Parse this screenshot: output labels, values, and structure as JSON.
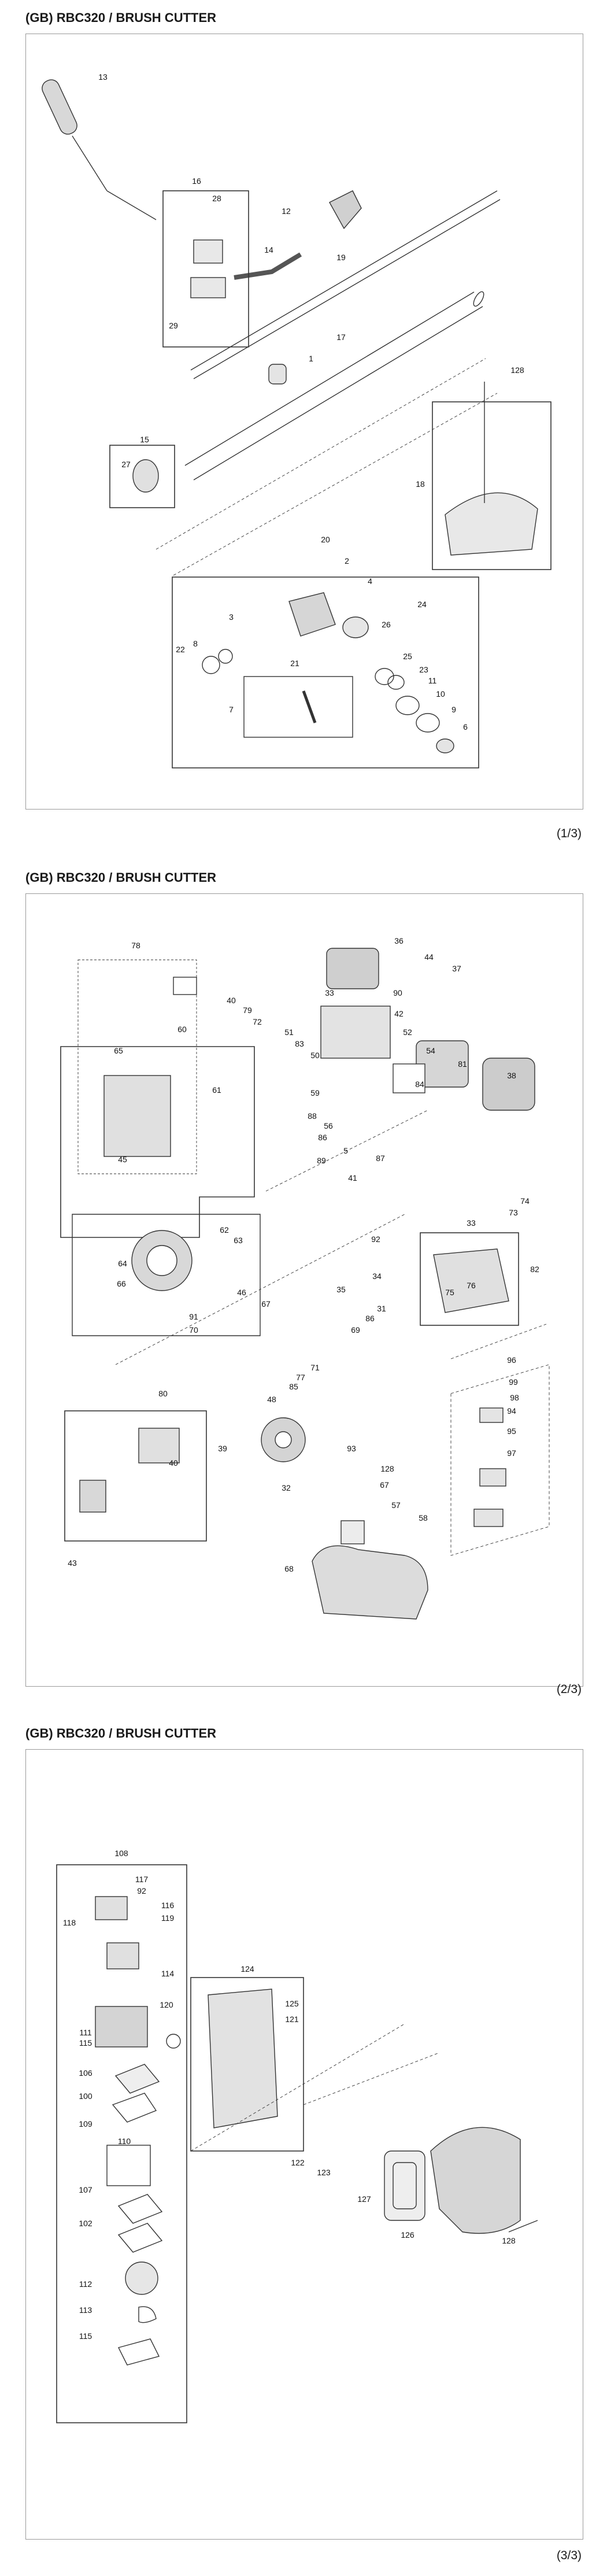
{
  "pages": [
    {
      "title": "(GB) RBC320 / BRUSH CUTTER",
      "page_number": "(1/3)",
      "callouts": [
        "13",
        "16",
        "28",
        "12",
        "14",
        "19",
        "29",
        "17",
        "1",
        "128",
        "15",
        "27",
        "18",
        "20",
        "2",
        "4",
        "3",
        "24",
        "22",
        "8",
        "26",
        "21",
        "25",
        "23",
        "11",
        "10",
        "7",
        "9",
        "6"
      ]
    },
    {
      "title": "(GB) RBC320 / BRUSH CUTTER",
      "page_number": "(2/3)",
      "callouts": [
        "78",
        "36",
        "44",
        "37",
        "40",
        "33",
        "90",
        "42",
        "79",
        "72",
        "60",
        "65",
        "51",
        "83",
        "50",
        "52",
        "54",
        "81",
        "38",
        "61",
        "59",
        "84",
        "88",
        "56",
        "86",
        "45",
        "5",
        "89",
        "87",
        "41",
        "74",
        "73",
        "33",
        "62",
        "63",
        "64",
        "66",
        "92",
        "76",
        "75",
        "82",
        "46",
        "67",
        "91",
        "70",
        "34",
        "35",
        "31",
        "86",
        "69",
        "71",
        "77",
        "85",
        "48",
        "80",
        "39",
        "40",
        "93",
        "128",
        "67",
        "32",
        "57",
        "58",
        "43",
        "68",
        "96",
        "99",
        "98",
        "94",
        "95",
        "97"
      ]
    },
    {
      "title": "(GB) RBC320 / BRUSH CUTTER",
      "page_number": "(3/3)",
      "callouts": [
        "108",
        "117",
        "92",
        "116",
        "119",
        "118",
        "114",
        "120",
        "111",
        "115",
        "106",
        "100",
        "110",
        "109",
        "107",
        "102",
        "112",
        "113",
        "115",
        "124",
        "125",
        "121",
        "122",
        "123",
        "127",
        "126",
        "128"
      ]
    }
  ]
}
